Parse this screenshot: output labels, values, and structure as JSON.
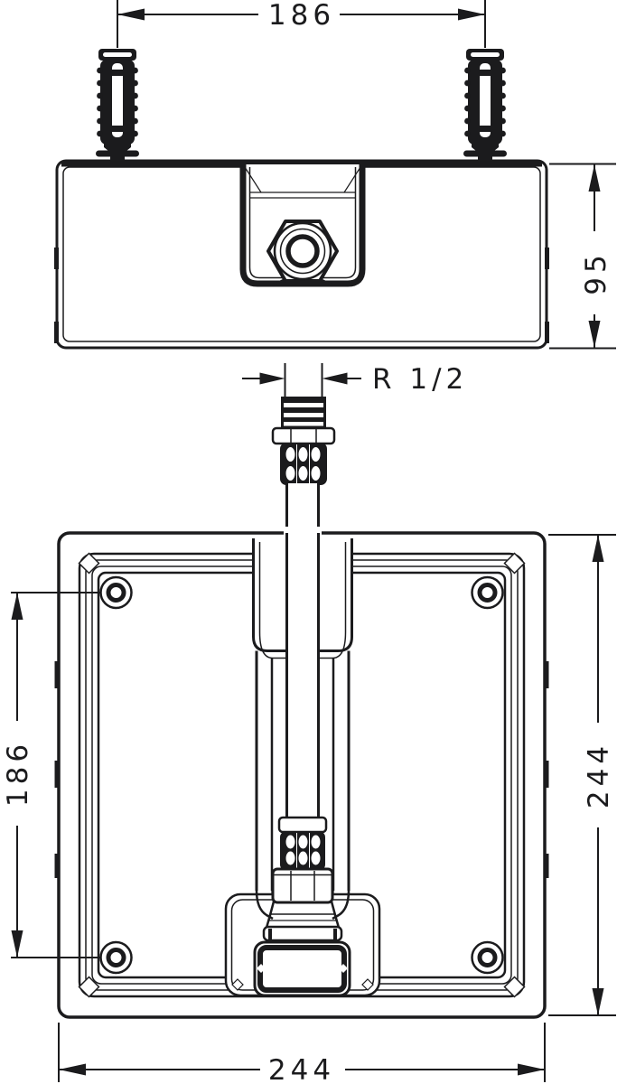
{
  "drawing": {
    "background_color": "#ffffff",
    "line_color": "#1b1b1d",
    "dimensions": {
      "anchor_spacing": "186",
      "housing_depth": "95",
      "thread_size": "R 1/2",
      "hole_spacing": "186",
      "plate_height": "244",
      "plate_width": "244"
    }
  }
}
